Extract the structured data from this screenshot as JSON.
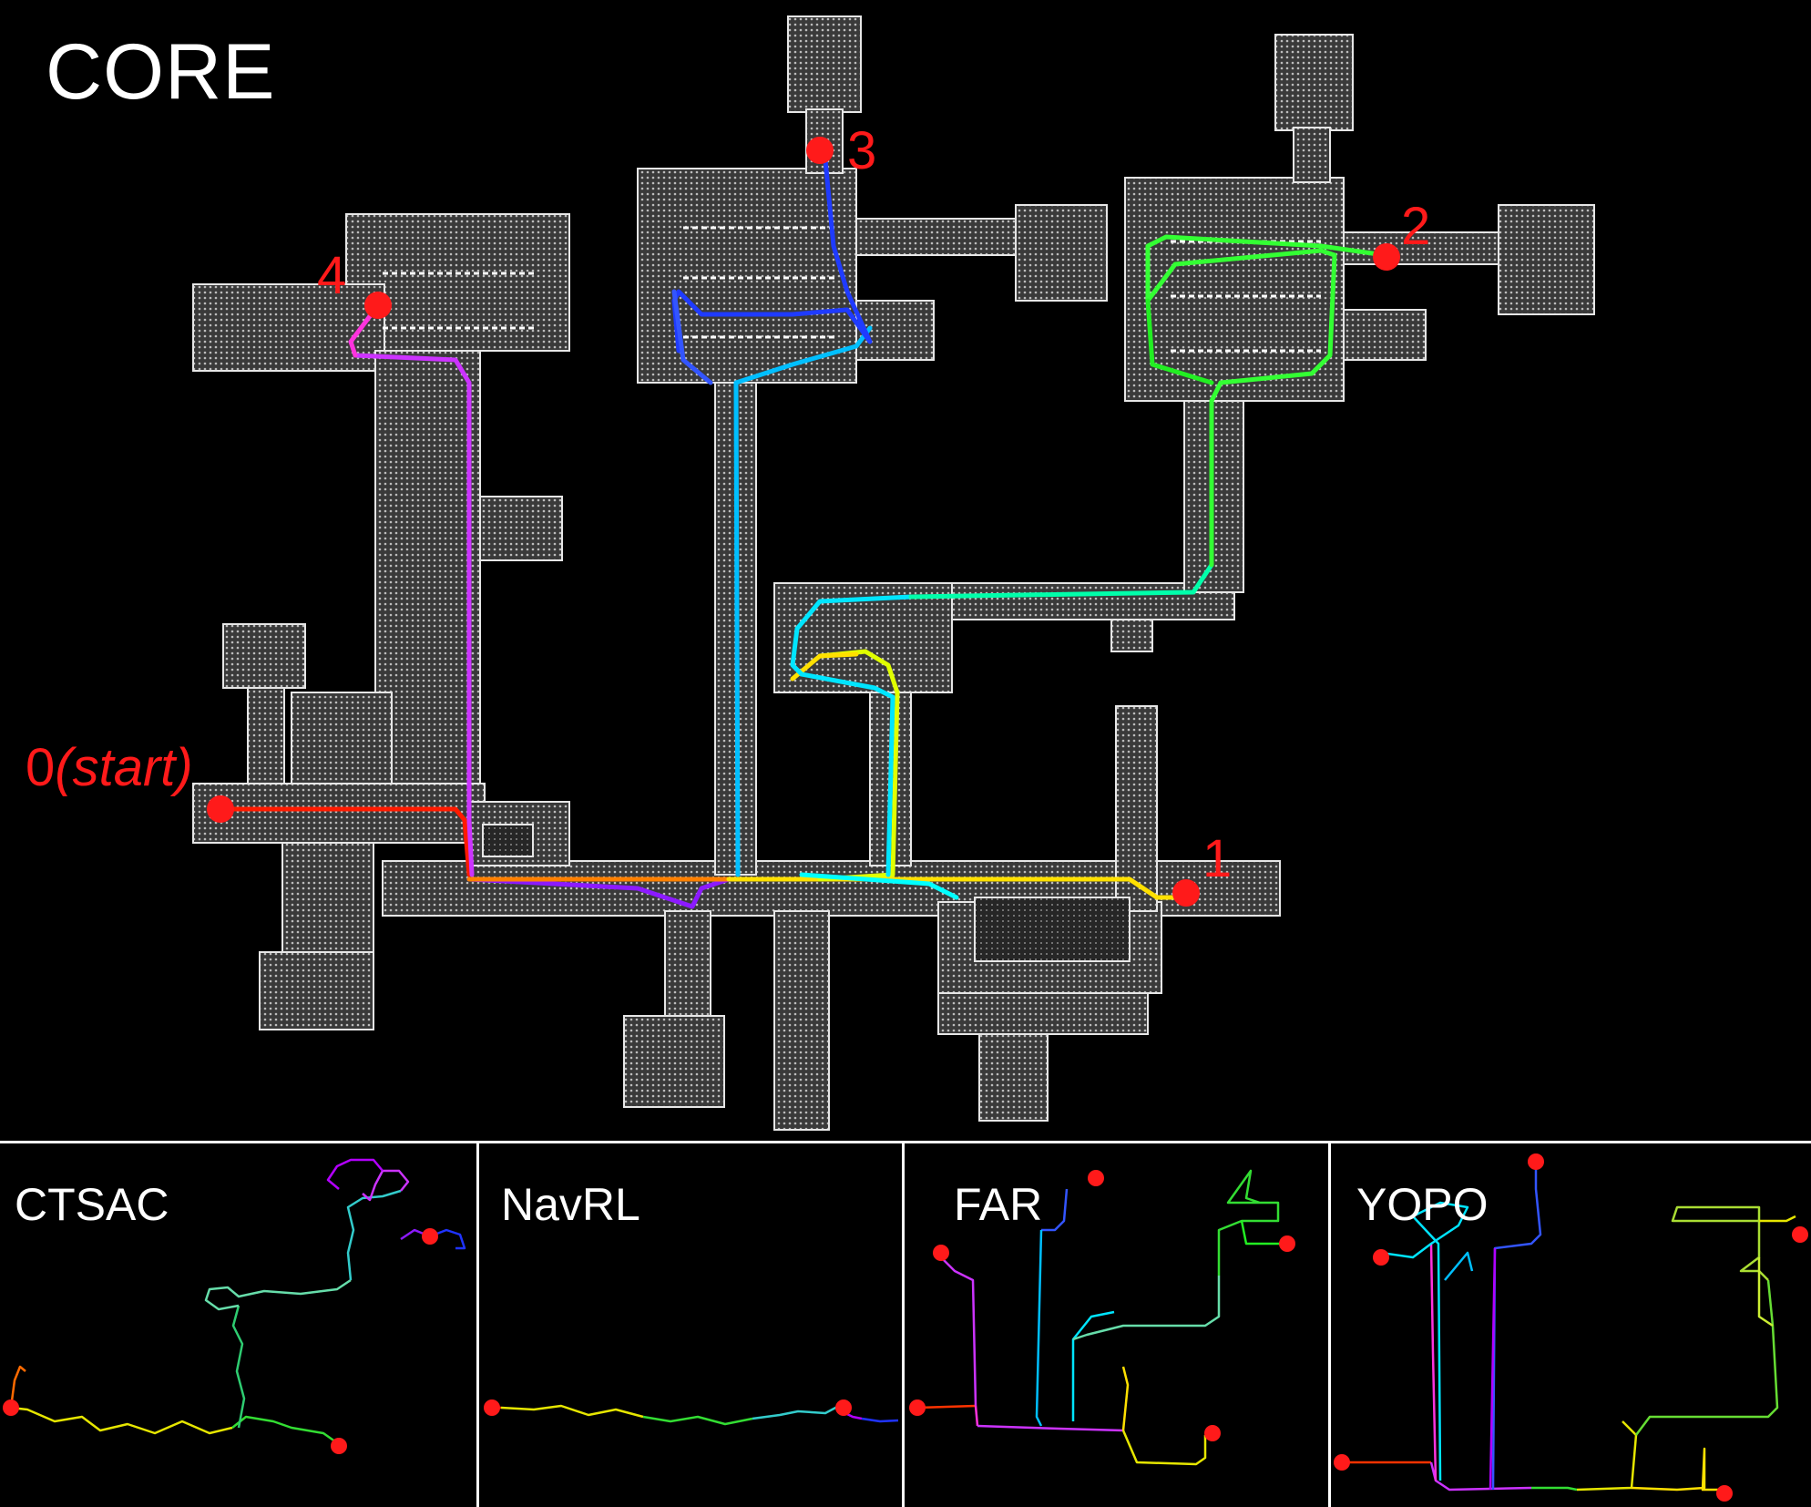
{
  "main": {
    "title": "CORE",
    "waypoints": [
      {
        "label": "0",
        "label_suffix": "(start)"
      },
      {
        "label": "1"
      },
      {
        "label": "2"
      },
      {
        "label": "3"
      },
      {
        "label": "4"
      }
    ]
  },
  "panels": [
    {
      "title": "CTSAC"
    },
    {
      "title": "NavRL"
    },
    {
      "title": "FAR"
    },
    {
      "title": "YOPO"
    }
  ],
  "colors": {
    "background": "#000000",
    "walls": "#d9d9d9",
    "waypoint": "#ff0000",
    "text": "#ffffff"
  }
}
